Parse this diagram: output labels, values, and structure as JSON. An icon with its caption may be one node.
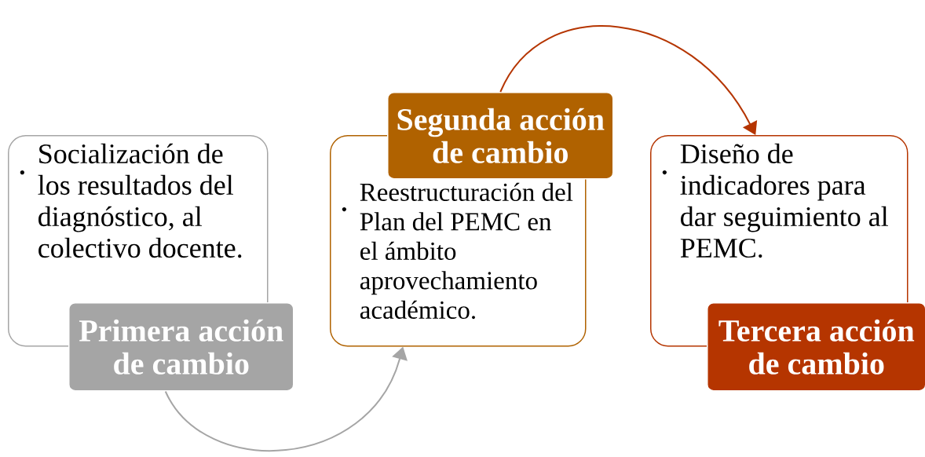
{
  "diagram": {
    "nodes": [
      {
        "text": [
          "Socialización de los resultados del diagnóstico, al colectivo docente."
        ]
      },
      {
        "text": [
          "Primera acción de cambio"
        ]
      },
      {
        "text": [
          "Reestructuración del Plan del PEMC en el ámbito aprovechamiento académico."
        ]
      },
      {
        "text": [
          "Segunda acción de cambio"
        ]
      },
      {
        "text": [
          "Diseño de indicadores para dar seguimiento al PEMC."
        ]
      },
      {
        "text": [
          "Tercera acción de cambio"
        ]
      }
    ],
    "edges": [
      {
        "from": 1,
        "to": 2,
        "arrow": "to",
        "color": "#a5a5a5"
      },
      {
        "from": 3,
        "to": 4,
        "arrow": "to",
        "color": "#b53500"
      }
    ]
  }
}
